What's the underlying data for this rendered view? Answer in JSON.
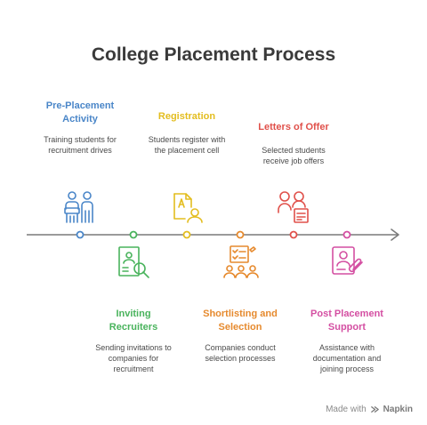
{
  "title": "College Placement Process",
  "steps": [
    {
      "title": "Pre-Placement Activity",
      "description": "Training students for recruitment drives",
      "icon": "training-people-icon",
      "color": "#4a86c8"
    },
    {
      "title": "Inviting Recruiters",
      "description": "Sending invitations to companies for recruitment",
      "icon": "resume-search-icon",
      "color": "#49b35c"
    },
    {
      "title": "Registration",
      "description": "Students register with the placement cell",
      "icon": "registration-form-icon",
      "color": "#e3bd1f"
    },
    {
      "title": "Shortlisting and Selection",
      "description": "Companies conduct selection processes",
      "icon": "checklist-group-icon",
      "color": "#e68a2e"
    },
    {
      "title": "Letters of Offer",
      "description": "Selected students receive job offers",
      "icon": "offer-letter-icon",
      "color": "#e0504a"
    },
    {
      "title": "Post Placement Support",
      "description": "Assistance with documentation and joining process",
      "icon": "support-document-icon",
      "color": "#d44fa2"
    }
  ],
  "footer": {
    "made_with": "Made with",
    "brand": "Napkin"
  }
}
